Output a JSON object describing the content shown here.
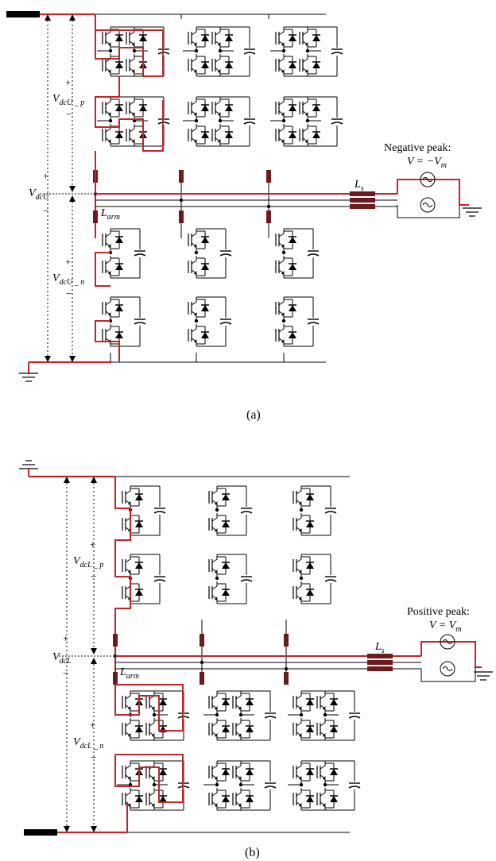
{
  "colors": {
    "line": "#000000",
    "highlight": "#c0262c",
    "inductor": "#6b1a1d"
  },
  "panel_a": {
    "caption": "(a)",
    "peak_title": "Negative peak:",
    "peak_eq": "V = −V",
    "peak_eq_sub": "m",
    "v_total": "V",
    "v_total_sub": "dcU",
    "v_upper": "V",
    "v_upper_sub": "dcU _ p",
    "v_lower": "V",
    "v_lower_sub": "dcU _ n",
    "l_arm": "L",
    "l_arm_sub": "arm",
    "l_s": "L",
    "l_s_sub": "s",
    "plus": "+",
    "minus": "−"
  },
  "panel_b": {
    "caption": "(b)",
    "peak_title": "Positive peak:",
    "peak_eq": "V = V",
    "peak_eq_sub": "m",
    "v_total": "V",
    "v_total_sub": "dcL",
    "v_upper": "V",
    "v_upper_sub": "dcL _ p",
    "v_lower": "V",
    "v_lower_sub": "dcL _ n",
    "l_arm": "L",
    "l_arm_sub": "arm",
    "l_s": "L",
    "l_s_sub": "s",
    "plus": "+",
    "minus": "−"
  }
}
